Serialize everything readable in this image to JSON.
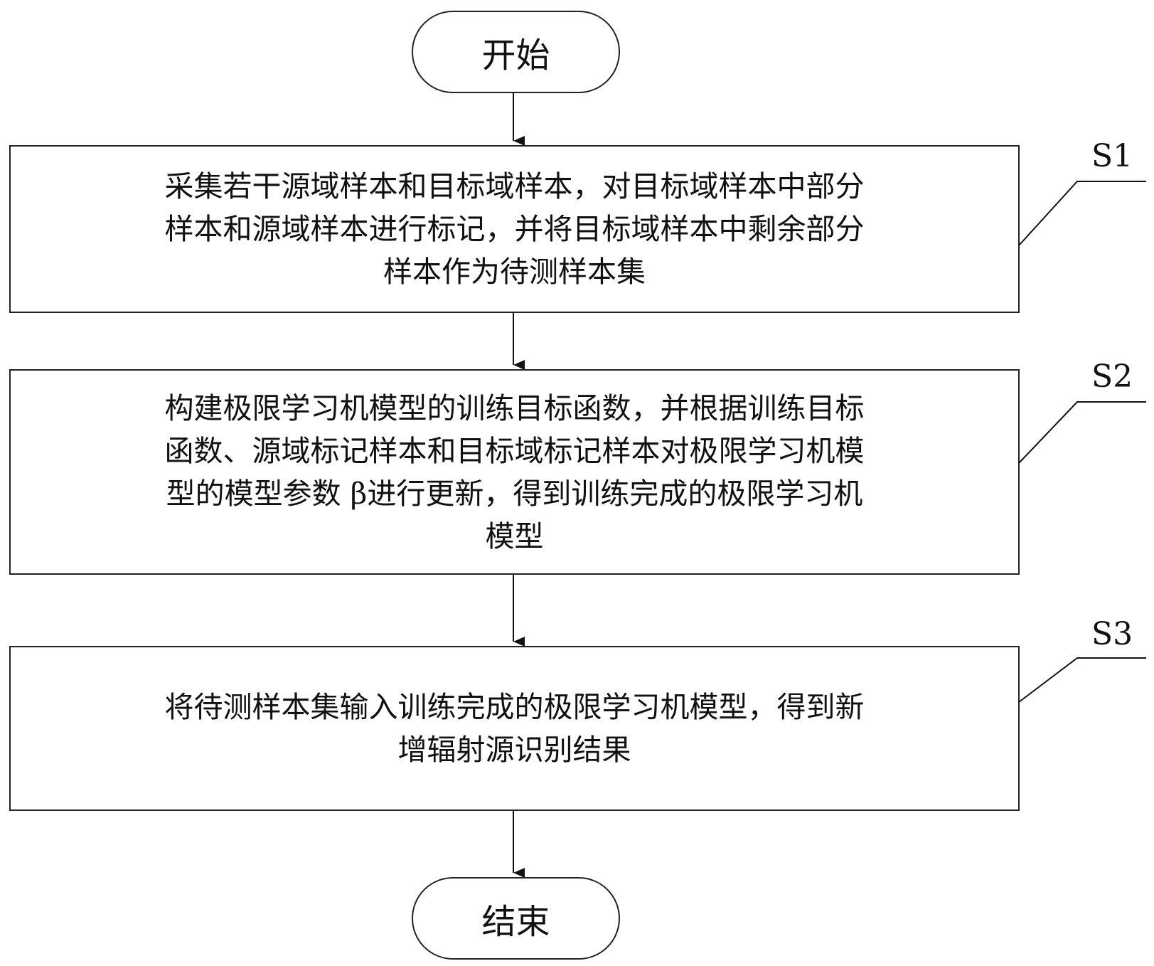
{
  "flowchart": {
    "start": {
      "label": "开始"
    },
    "end": {
      "label": "结束"
    },
    "steps": [
      {
        "id": "S1",
        "lines": [
          "采集若干源域样本和目标域样本，对目标域样本中部分",
          "样本和源域样本进行标记，并将目标域样本中剩余部分",
          "样本作为待测样本集"
        ]
      },
      {
        "id": "S2",
        "lines": [
          "构建极限学习机模型的训练目标函数，并根据训练目标",
          "函数、源域标记样本和目标域标记样本对极限学习机模",
          "型的模型参数 β进行更新，得到训练完成的极限学习机",
          "模型"
        ]
      },
      {
        "id": "S3",
        "lines": [
          "将待测样本集输入训练完成的极限学习机模型，得到新",
          "增辐射源识别结果"
        ]
      }
    ]
  }
}
